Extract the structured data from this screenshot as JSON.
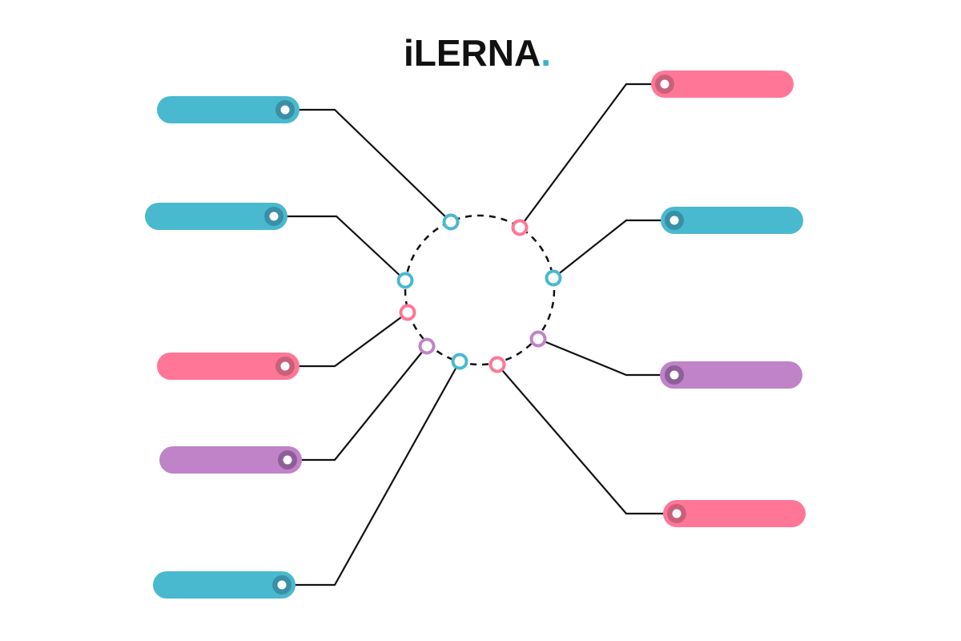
{
  "logo": {
    "text": "iLERNA",
    "period": ".",
    "accent_color": "#36b6c8"
  },
  "colors": {
    "teal": "#49b9cf",
    "teal_dark": "#3a8fa6",
    "pink": "#ff7697",
    "pink_dark": "#c9607a",
    "purple": "#c083c8",
    "purple_dark": "#8e5f97",
    "line": "#111111"
  },
  "hub": {
    "style": "dashed-circle"
  },
  "left_pills": [
    {
      "id": "l1",
      "color": "teal"
    },
    {
      "id": "l2",
      "color": "teal"
    },
    {
      "id": "l3",
      "color": "pink"
    },
    {
      "id": "l4",
      "color": "purple"
    },
    {
      "id": "l5",
      "color": "teal"
    }
  ],
  "right_pills": [
    {
      "id": "r1",
      "color": "pink"
    },
    {
      "id": "r2",
      "color": "teal"
    },
    {
      "id": "r3",
      "color": "purple"
    },
    {
      "id": "r4",
      "color": "pink"
    }
  ],
  "nodes": [
    {
      "id": "n-l1",
      "color": "teal"
    },
    {
      "id": "n-l2",
      "color": "teal"
    },
    {
      "id": "n-l3",
      "color": "pink"
    },
    {
      "id": "n-l4",
      "color": "purple"
    },
    {
      "id": "n-l5",
      "color": "teal"
    },
    {
      "id": "n-r1",
      "color": "pink"
    },
    {
      "id": "n-r2",
      "color": "teal"
    },
    {
      "id": "n-r3",
      "color": "purple"
    },
    {
      "id": "n-r4",
      "color": "pink"
    }
  ]
}
